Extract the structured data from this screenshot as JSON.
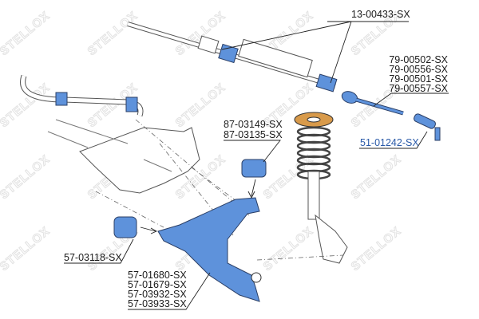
{
  "watermark": "STELLOX",
  "colors": {
    "part_fill": "#5e92db",
    "highlight_label": "#2a5aa8"
  },
  "labels": {
    "steering_rack": [
      "13-00433-SX"
    ],
    "tie_rod": [
      "79-00502-SX",
      "79-00556-SX",
      "79-00501-SX",
      "79-00557-SX"
    ],
    "tie_rod_end": [
      "51-01242-SX"
    ],
    "rear_bushing": [
      "87-03149-SX",
      "87-03135-SX"
    ],
    "front_bushing": [
      "57-03118-SX"
    ],
    "control_arm": [
      "57-01680-SX",
      "57-01679-SX",
      "57-03932-SX",
      "57-03933-SX"
    ]
  }
}
